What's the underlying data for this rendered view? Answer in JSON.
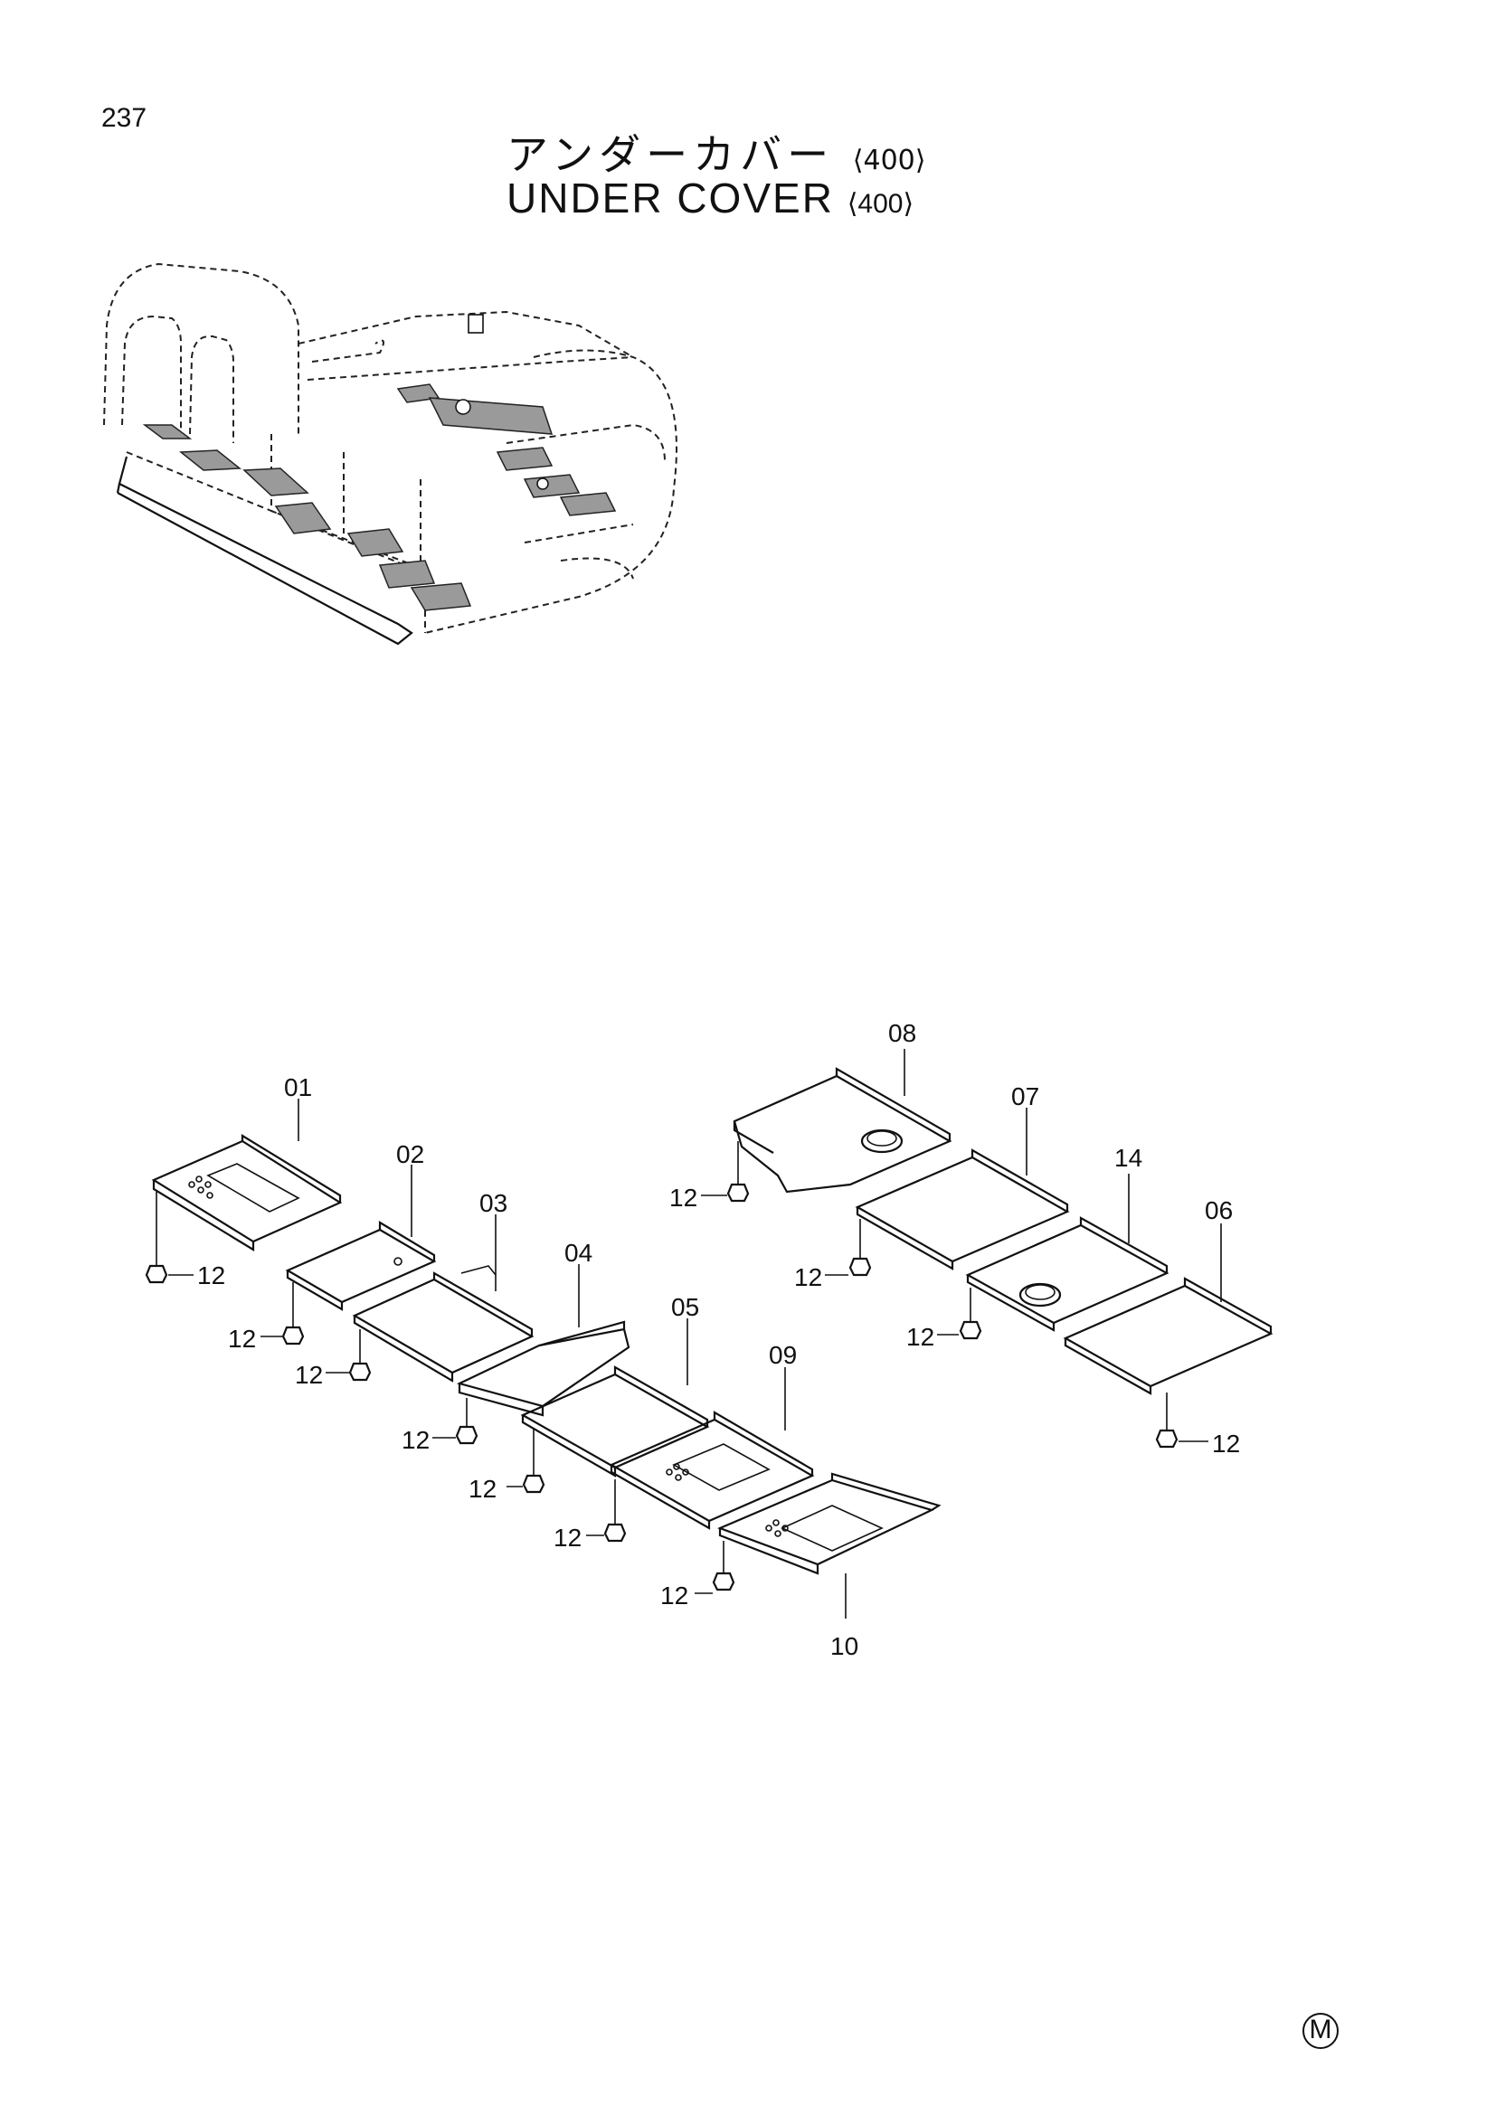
{
  "header": {
    "page_number": "237",
    "title_jp": "アンダーカバー",
    "title_en": "UNDER COVER",
    "title_code": "⟨400⟩"
  },
  "callouts": {
    "c01": "01",
    "c02": "02",
    "c03": "03",
    "c04": "04",
    "c05": "05",
    "c06": "06",
    "c07": "07",
    "c08": "08",
    "c09": "09",
    "c10": "10",
    "c14": "14",
    "bolt": "12"
  },
  "footer": {
    "maker_mark": "M"
  }
}
